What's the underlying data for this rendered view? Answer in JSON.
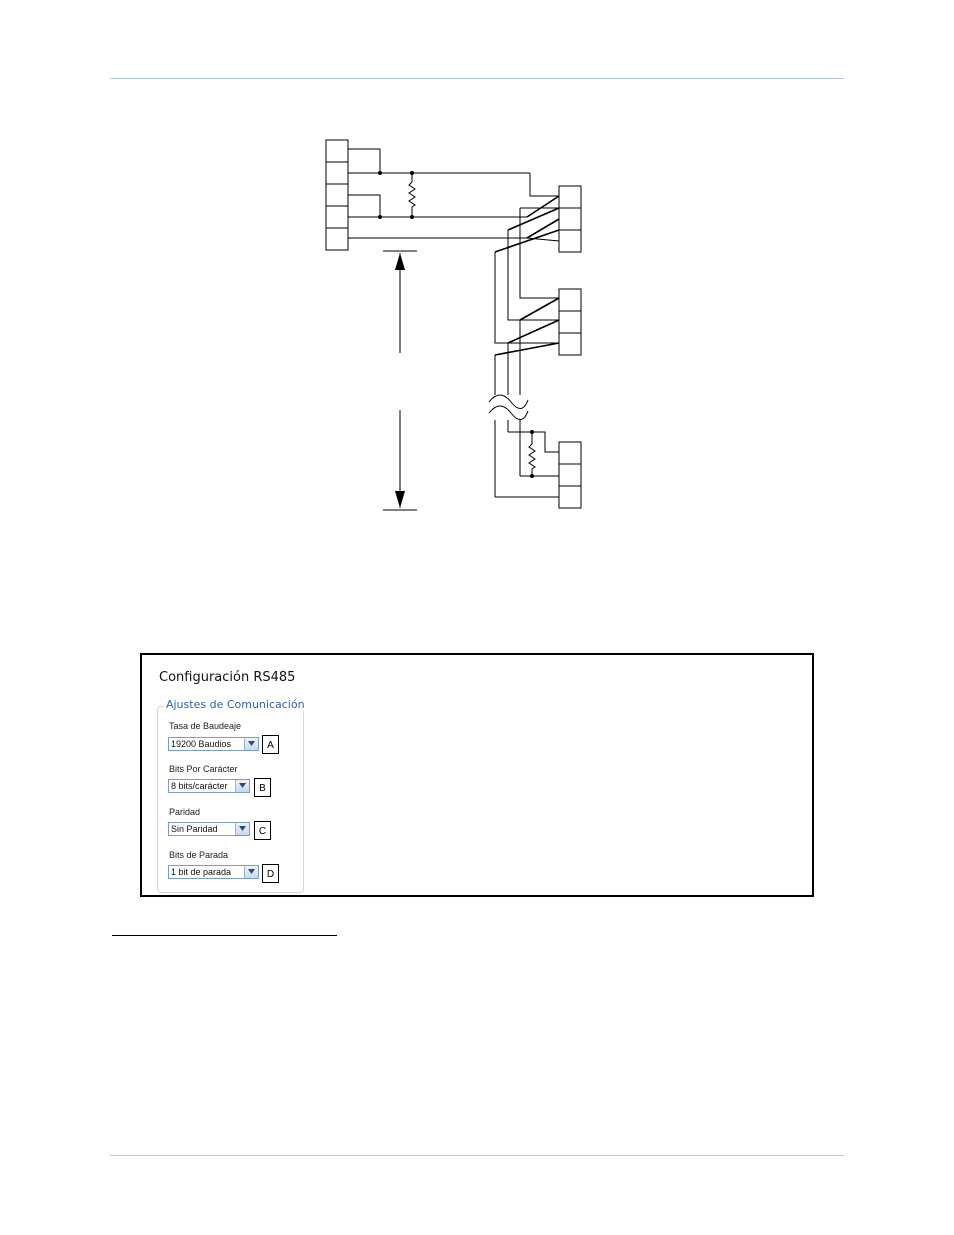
{
  "panel": {
    "title": "Configuración RS485",
    "group_title": "Ajustes de Comunicación",
    "fields": [
      {
        "label": "Tasa de Baudeaje",
        "value": "19200 Baudios",
        "callout": "A"
      },
      {
        "label": "Bits Por Carácter",
        "value": "8 bits/carácter",
        "callout": "B"
      },
      {
        "label": "Paridad",
        "value": "Sin Paridad",
        "callout": "C"
      },
      {
        "label": "Bits de Parada",
        "value": "1 bit de parada",
        "callout": "D"
      }
    ]
  },
  "colors": {
    "header_rule": "#b8c8dc",
    "legend_text": "#2f5fb0",
    "select_border": "#7a9cc6"
  }
}
